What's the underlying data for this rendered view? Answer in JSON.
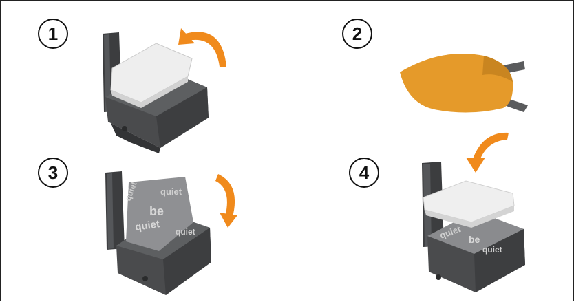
{
  "steps": [
    {
      "number": "1"
    },
    {
      "number": "2"
    },
    {
      "number": "3"
    },
    {
      "number": "4"
    }
  ],
  "pad_print": {
    "word_be": "be",
    "word_quiet": "quiet"
  },
  "colors": {
    "arrow": "#f08a1c",
    "device_body": "#4a4b4d",
    "device_top": "#5d5f61",
    "pad_white": "#eeeeee",
    "adhesive_orange": "#e59a2a",
    "pole": "#3c3d3f",
    "frame": "#222222"
  },
  "icons": {
    "curved_arrow": "curved-arrow-icon"
  }
}
